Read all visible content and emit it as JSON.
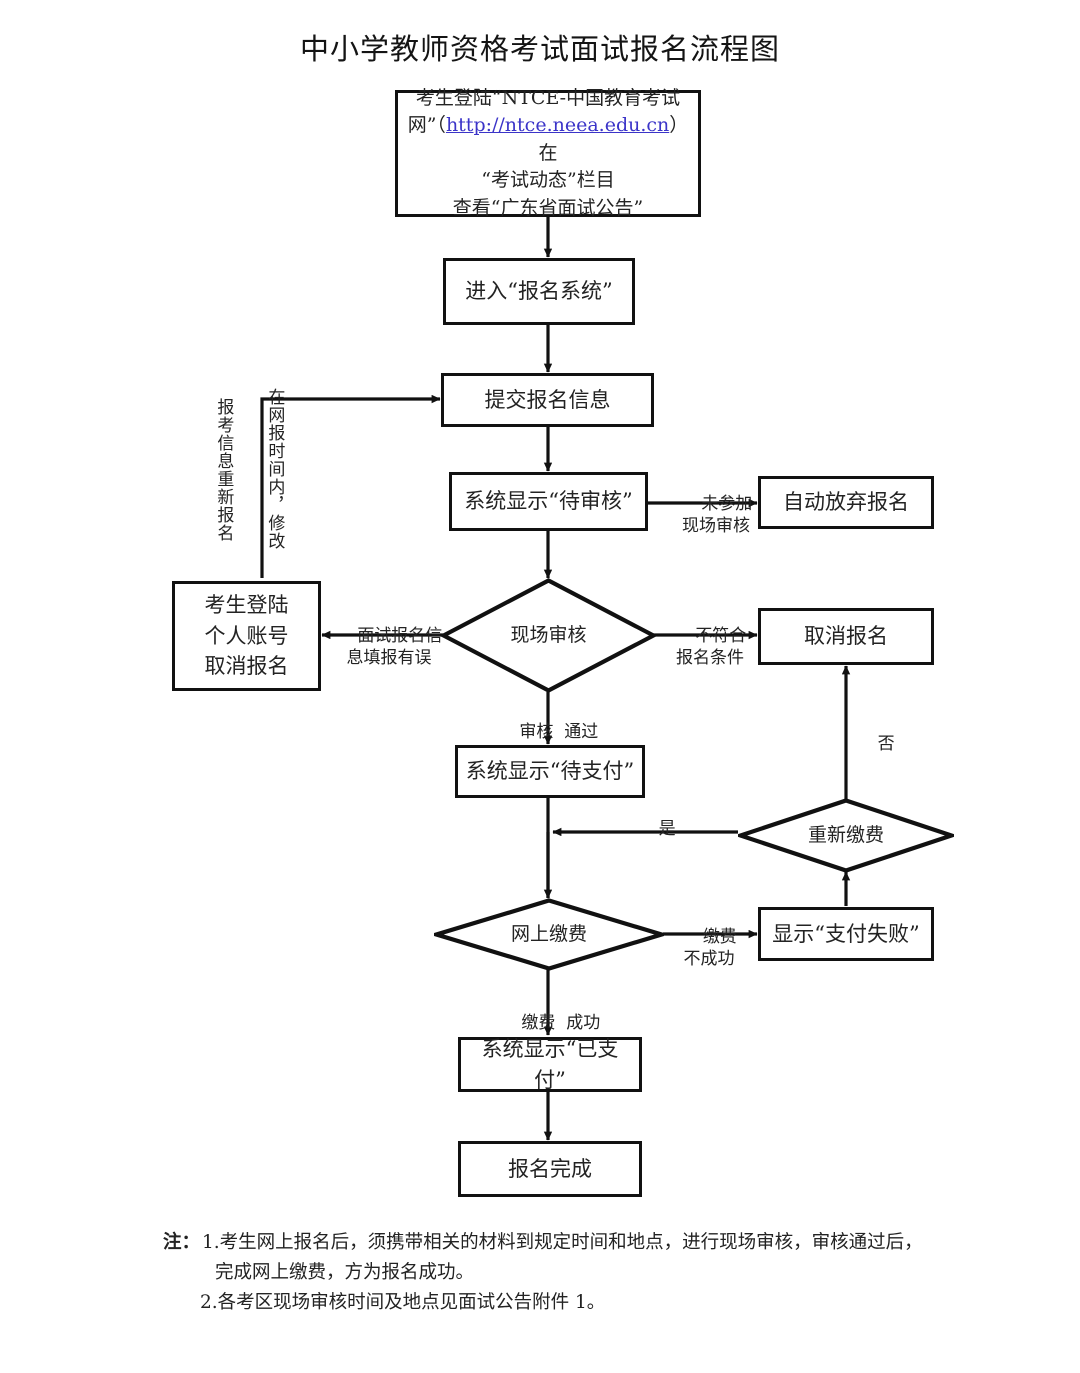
{
  "title": "中小学教师资格考试面试报名流程图",
  "nodes": {
    "login_site": {
      "line1": "考生登陆“NTCE-中国教育考试",
      "line2_pre": "网”（",
      "link": "http://ntce.neea.edu.cn",
      "line2_post": "）在",
      "line3": "“考试动态”栏目",
      "line4": "查看“广东省面试公告”"
    },
    "enter_system": "进入“报名系统”",
    "submit_info": "提交报名信息",
    "show_pending_review": "系统显示“待审核”",
    "auto_abandon": "自动放弃报名",
    "cancel_signup": "取消报名",
    "candidate_cancel": "考生登陆\n个人账号\n取消报名",
    "onsite_review": "现场审核",
    "show_pending_pay": "系统显示“待支付”",
    "repay_decision": "重新缴费",
    "online_pay": "网上缴费",
    "pay_failed": "显示“支付失败”",
    "show_paid": "系统显示“已支付”",
    "signup_done": "报名完成"
  },
  "edge_labels": {
    "not_attend_review": "未参加\n现场审核",
    "not_meet_condition": "不符合\n报名条件",
    "info_error": "面试报名信\n息填报有误",
    "review_passed": "审核  通过",
    "repay_yes": "是",
    "repay_no": "否",
    "pay_failed_label": "缴费\n不成功",
    "pay_success": "缴费  成功"
  },
  "vertical_labels": {
    "re_signup": "报考信息重新报名",
    "modify_within_time": "在网报时间内，修改"
  },
  "notes": {
    "tag": "注：",
    "items": [
      {
        "num": "1.",
        "line1": "考生网上报名后，须携带相关的材料到规定时间和地点，进行现场审核，审核通过后，",
        "line2": "完成网上缴费，方为报名成功。"
      },
      {
        "num": "2.",
        "line1": "各考区现场审核时间及地点见面试公告附件 1。",
        "line2": ""
      }
    ]
  },
  "colors": {
    "stroke": "#111111",
    "text": "#232323",
    "link": "#3b34c8",
    "background": "#ffffff"
  }
}
